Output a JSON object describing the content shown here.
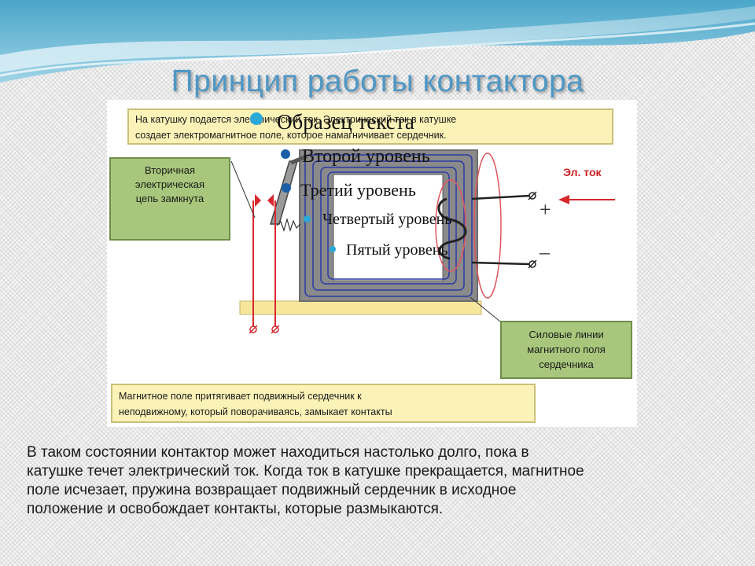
{
  "title": "Принцип работы контактора",
  "diagram": {
    "top_note_lines": [
      "На катушку подается электрический ток. Электрический ток в катушке",
      "создает электромагнитное поле, которое намагничивает сердечник."
    ],
    "secondary_circuit_lines": [
      "Вторичная",
      "электрическая",
      "цепь замкнута"
    ],
    "field_lines_lines": [
      "Силовые линии",
      "магнитного поля",
      "сердечника"
    ],
    "bottom_note_lines": [
      "Магнитное поле притягивает подвижный сердечник к",
      "неподвижному, который поворачиваясь, замыкает контакты"
    ],
    "current_label": "Эл. ток",
    "plus_sign": "+",
    "minus_sign": "–",
    "colors": {
      "red": "#d8282e",
      "blue": "#2b3aa6",
      "core_gray": "#8a8a8a",
      "label_red": "#cc2222"
    }
  },
  "placeholder": {
    "levels": [
      "Образец текста",
      "Второй уровень",
      "Третий уровень",
      "Четвертый уровень",
      "Пятый уровень"
    ],
    "bullet_colors": [
      "#2aa9d8",
      "#1c5fa8",
      "#1c5fa8",
      "#2aa9d8",
      "#2aa9d8"
    ]
  },
  "body_text_lines": [
    "В таком состоянии контактор может находиться настолько долго, пока в",
    "катушке течет электрический ток. Когда ток в катушке прекращается, магнитное",
    "поле исчезает, пружина возвращает подвижный сердечник в исходное",
    "положение и освобождает контакты, которые размыкаются."
  ]
}
